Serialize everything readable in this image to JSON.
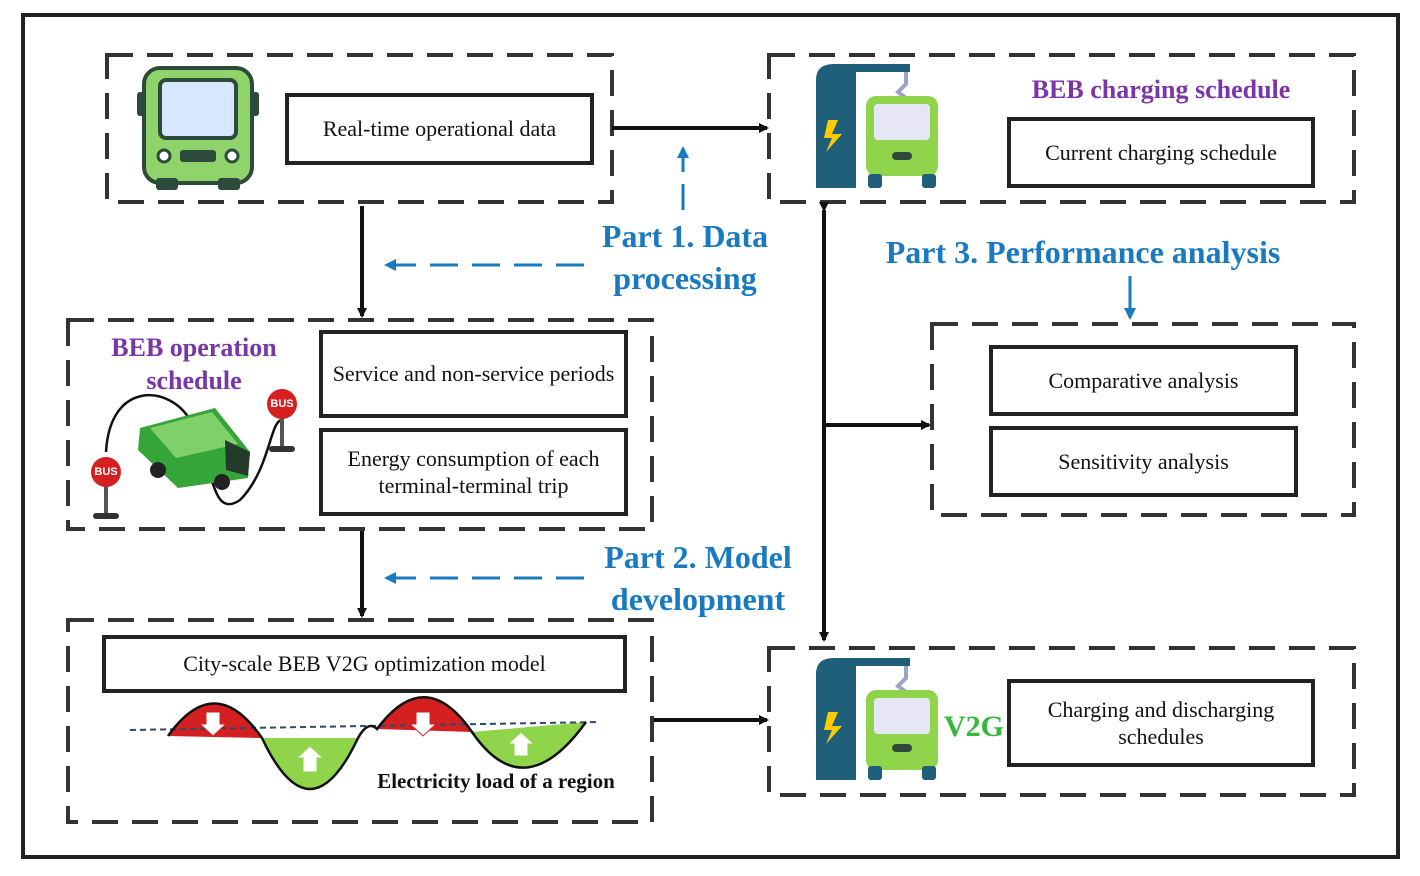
{
  "boxes": {
    "realtime": "Real-time operational data",
    "current_charging": "Current charging schedule",
    "service": "Service and non-service periods",
    "energy": "Energy consumption of each terminal-terminal trip",
    "comparative": "Comparative analysis",
    "sensitivity": "Sensitivity analysis",
    "optimization": "City-scale BEB V2G optimization model",
    "charge_discharge": "Charging and discharging schedules"
  },
  "titles": {
    "beb_charging": "BEB charging schedule",
    "beb_operation": "BEB operation schedule",
    "v2g": "V2G",
    "electricity_load": "Electricity load of a region"
  },
  "parts": {
    "part1": "Part 1. Data processing",
    "part2": "Part 2. Model development",
    "part3": "Part 3. Performance analysis"
  },
  "icons": {
    "bus_sign": "BUS"
  },
  "colors": {
    "part_blue": "#1a7ac0",
    "title_purple": "#7a35a8",
    "v2g_green": "#35b83a",
    "bus_green": "#8fd46b",
    "bus_dark": "#2e4a3a",
    "charger_teal": "#1f5f7a",
    "load_red": "#d42020",
    "load_green": "#8fd44a"
  }
}
